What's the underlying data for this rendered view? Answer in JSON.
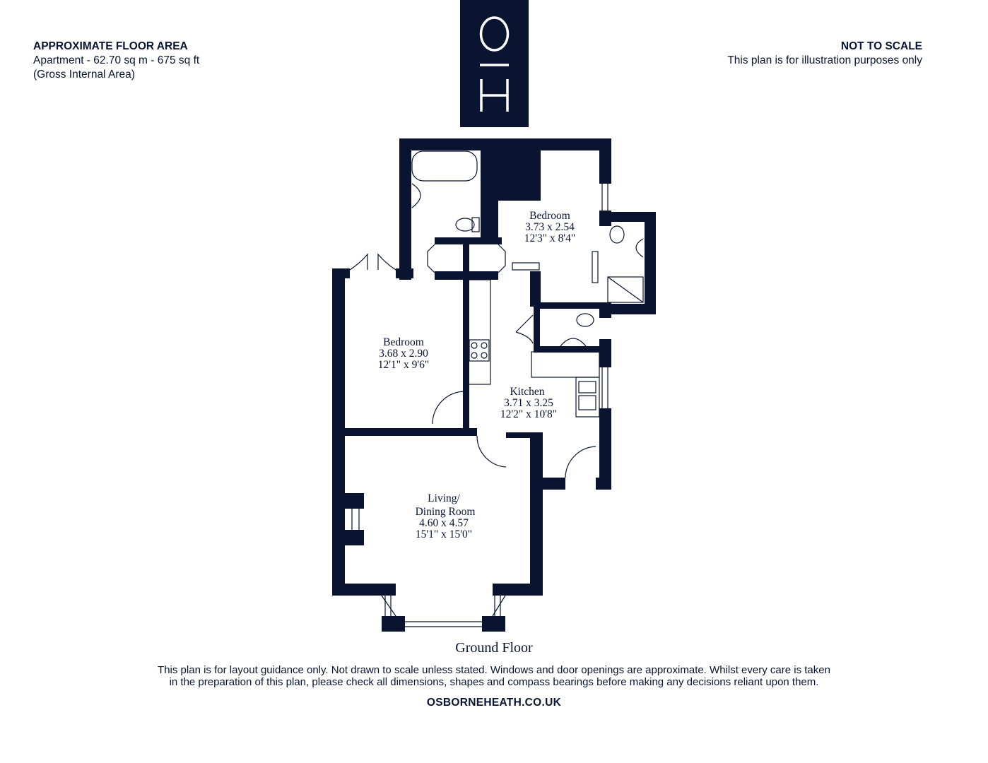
{
  "header_left": {
    "title": "APPROXIMATE FLOOR AREA",
    "line1": "Apartment - 62.70 sq m - 675 sq ft",
    "line2": "(Gross Internal Area)"
  },
  "header_right": {
    "title": "NOT TO SCALE",
    "line1": "This plan is for illustration purposes only"
  },
  "logo": {
    "top_letter": "O",
    "bottom_letter": "H"
  },
  "rooms": [
    {
      "name": "Bedroom",
      "metric": "3.73 x 2.54",
      "imperial": "12'3\" x 8'4\""
    },
    {
      "name": "Bedroom",
      "metric": "3.68 x 2.90",
      "imperial": "12'1\" x 9'6\""
    },
    {
      "name": "Kitchen",
      "metric": "3.71 x 3.25",
      "imperial": "12'2\" x 10'8\""
    },
    {
      "name_line1": "Living/",
      "name_line2": "Dining Room",
      "metric": "4.60 x 4.57",
      "imperial": "15'1\" x 15'0\""
    }
  ],
  "floor_title": "Ground Floor",
  "disclaimer_line1": "This plan is for layout guidance only. Not drawn to scale unless stated. Windows and door openings are approximate. Whilst every care is taken",
  "disclaimer_line2": "in the preparation of this plan, please check all dimensions, shapes and compass bearings before making any decisions reliant upon them.",
  "website": "OSBORNEHEATH.CO.UK",
  "colors": {
    "navy": "#0a1430",
    "white": "#ffffff"
  }
}
